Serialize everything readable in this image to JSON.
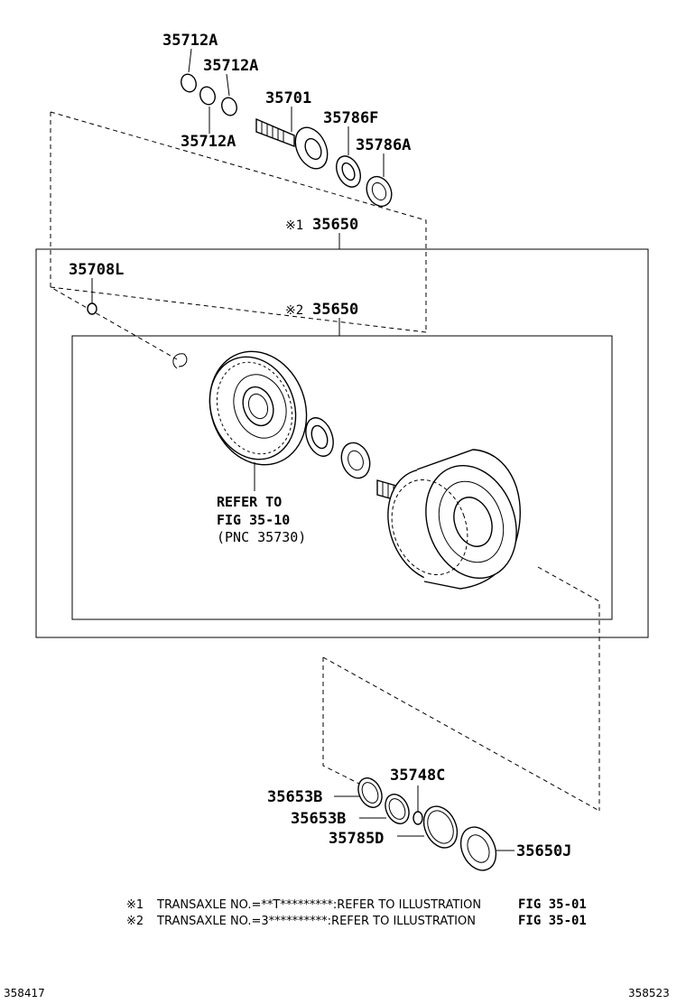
{
  "labels": {
    "p35712a_1": "35712A",
    "p35712a_2": "35712A",
    "p35712a_3": "35712A",
    "p35701": "35701",
    "p35786f": "35786F",
    "p35786a": "35786A",
    "p35650_outer_mark": "※1",
    "p35650_outer": "35650",
    "p35708l": "35708L",
    "p35650_inner_mark": "※2",
    "p35650_inner": "35650",
    "refer_line1": "REFER TO",
    "refer_line2": "FIG 35-10",
    "refer_line3": "(PNC 35730)",
    "p35748c": "35748C",
    "p35653b_1": "35653B",
    "p35653b_2": "35653B",
    "p35785d": "35785D",
    "p35650j": "35650J"
  },
  "notes": [
    {
      "mark": "※1",
      "text": "TRANSAXLE NO.=**T*********:REFER TO ILLUSTRATION",
      "fig": "FIG 35-01"
    },
    {
      "mark": "※2",
      "text": "TRANSAXLE NO.=3**********:REFER TO ILLUSTRATION",
      "fig": "FIG 35-01"
    }
  ],
  "footer": {
    "left_id": "358417",
    "right_id": "358523"
  }
}
